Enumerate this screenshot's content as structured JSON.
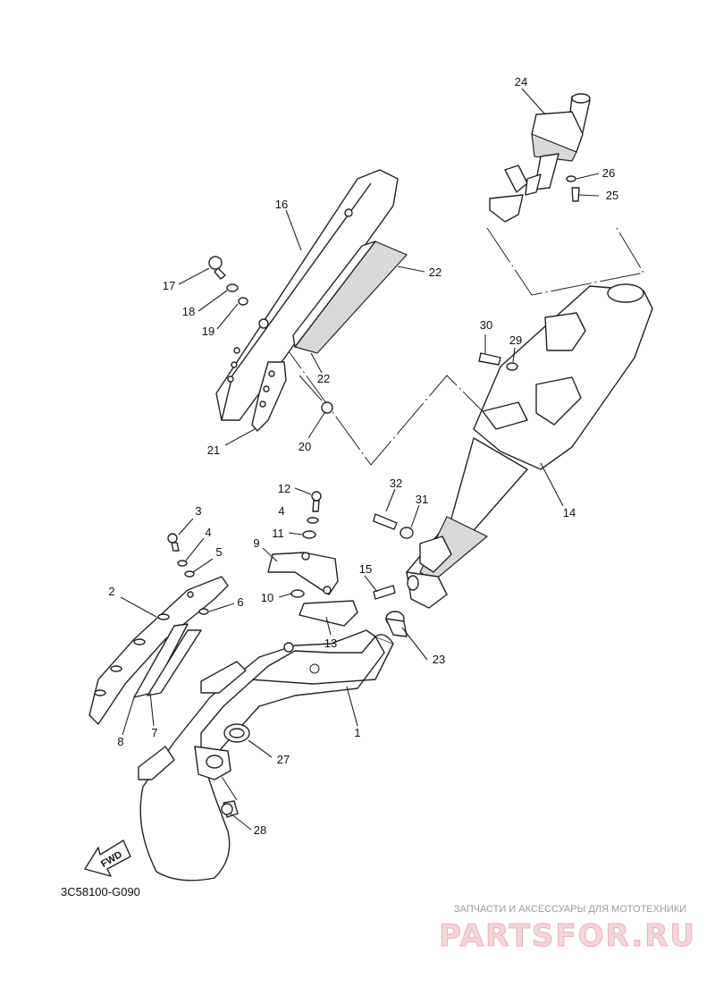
{
  "diagram": {
    "code": "3C58100-G090",
    "fwd": "FWD",
    "watermark_top": "ЗАПЧАСТИ И АКСЕССУАРЫ ДЛЯ МОТОТЕХНИКИ",
    "watermark_logo": "PARTSFOR.RU",
    "labels": [
      "1",
      "2",
      "3",
      "4",
      "4",
      "5",
      "6",
      "7",
      "8",
      "9",
      "10",
      "11",
      "12",
      "13",
      "14",
      "15",
      "16",
      "17",
      "18",
      "19",
      "20",
      "21",
      "22",
      "22",
      "23",
      "24",
      "25",
      "26",
      "27",
      "28",
      "29",
      "30",
      "31",
      "32"
    ]
  }
}
